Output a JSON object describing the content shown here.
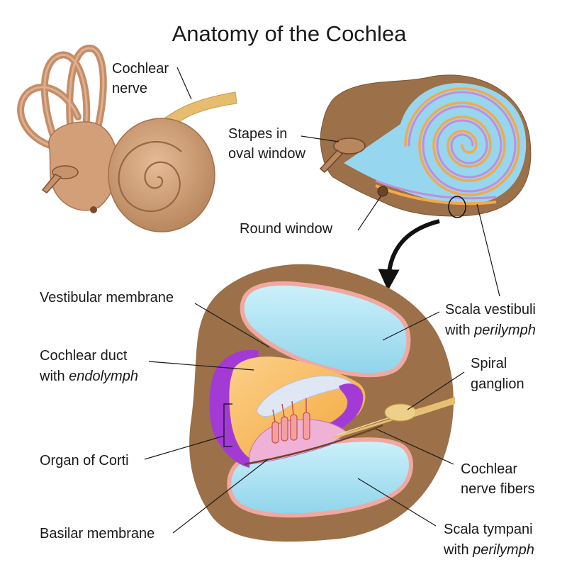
{
  "title": "Anatomy of the Cochlea",
  "labels": {
    "cochlear_nerve": {
      "line1": "Cochlear",
      "line2": "nerve"
    },
    "stapes": {
      "line1": "Stapes in",
      "line2": "oval window"
    },
    "round_window": {
      "line1": "Round window"
    },
    "vestibular_membrane": {
      "line1": "Vestibular membrane"
    },
    "cochlear_duct": {
      "line1": "Cochlear duct",
      "line2a": "with ",
      "line2b": "endolymph"
    },
    "organ_of_corti": {
      "line1": "Organ of Corti"
    },
    "basilar_membrane": {
      "line1": "Basilar membrane"
    },
    "scala_vestibuli": {
      "line1": "Scala vestibuli",
      "line2a": "with ",
      "line2b": "perilymph"
    },
    "spiral_ganglion": {
      "line1": "Spiral",
      "line2": "ganglion"
    },
    "cochlear_nerve_fibers": {
      "line1": "Cochlear",
      "line2": "nerve fibers"
    },
    "scala_tympani": {
      "line1": "Scala tympani",
      "line2a": "with ",
      "line2b": "perilymph"
    }
  },
  "colors": {
    "bone": "#9c7048",
    "bone_dark": "#7a5532",
    "shell_light": "#d7a37c",
    "nerve": "#e8c072",
    "perilymph": "#a6e1f2",
    "membrane": "#f0a8a0",
    "endolymph": "#f7b955",
    "organ_purple": "#a23bd6",
    "spiral_orange": "#f5a84a",
    "spiral_purple": "#c58cd8"
  }
}
